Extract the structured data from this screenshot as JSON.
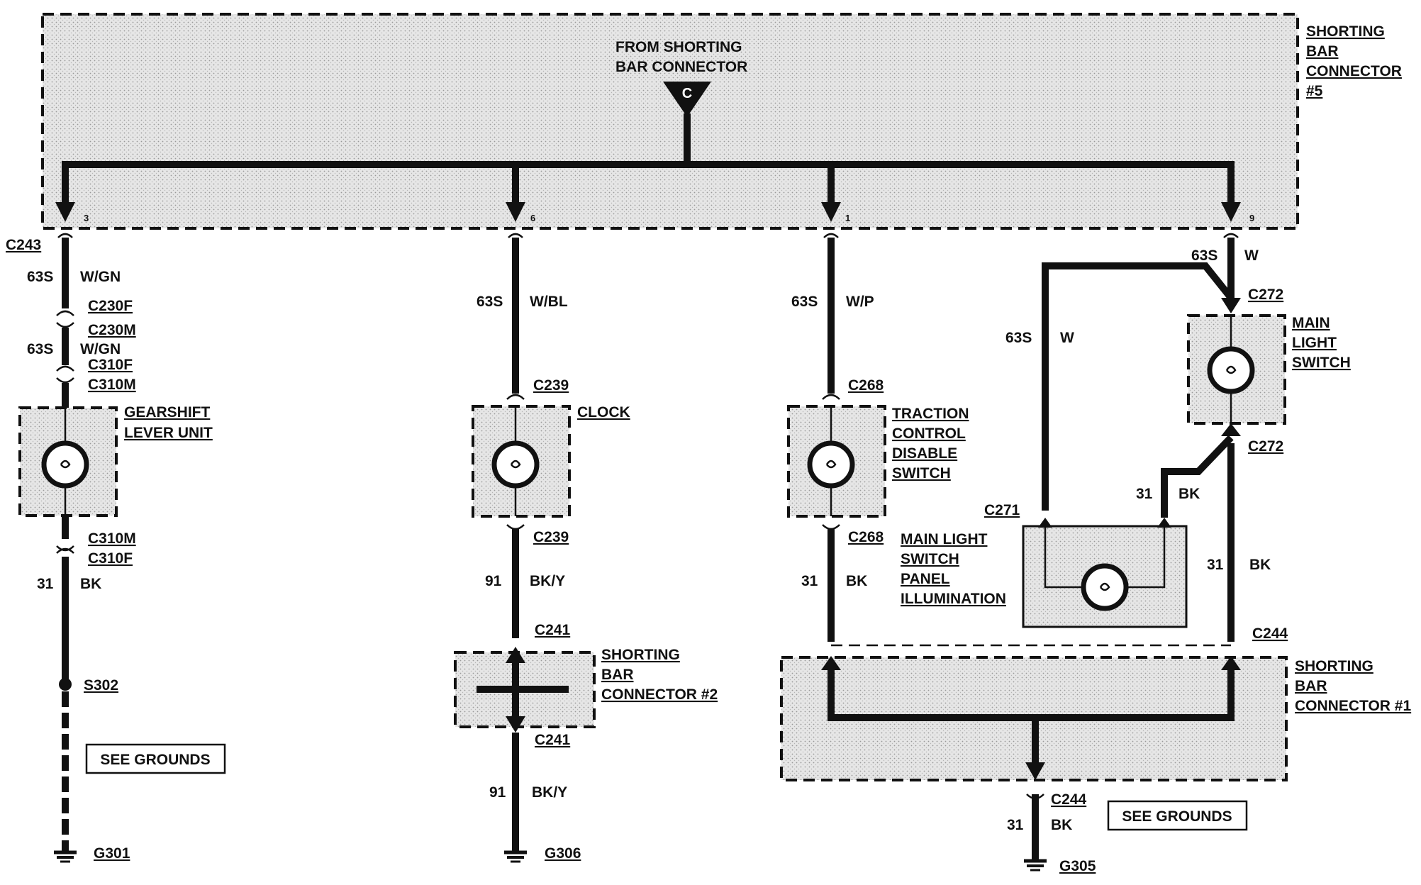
{
  "diagram": {
    "top_connector": {
      "label_line1": "FROM SHORTING",
      "label_line2": "BAR CONNECTOR",
      "connector_letter": "C",
      "name_line1": "SHORTING",
      "name_line2": "BAR",
      "name_line3": "CONNECTOR",
      "name_line4": "#5",
      "pins": [
        "3",
        "6",
        "1",
        "9"
      ]
    },
    "col1": {
      "connector_top": "C243",
      "w1_gauge": "63S",
      "w1_color": "W/GN",
      "c230f": "C230F",
      "c230m": "C230M",
      "w2_gauge": "63S",
      "w2_color": "W/GN",
      "c310f_top": "C310F",
      "c310m_top": "C310M",
      "component_line1": "GEARSHIFT",
      "component_line2": "LEVER UNIT",
      "c310m_bot": "C310M",
      "c310f_bot": "C310F",
      "w3_gauge": "31",
      "w3_color": "BK",
      "splice": "S302",
      "see_grounds": "SEE GROUNDS",
      "ground": "G301"
    },
    "col2": {
      "w1_gauge": "63S",
      "w1_color": "W/BL",
      "c239_top": "C239",
      "component": "CLOCK",
      "c239_bot": "C239",
      "w2_gauge": "91",
      "w2_color": "BK/Y",
      "c241_top": "C241",
      "shorting_line1": "SHORTING",
      "shorting_line2": "BAR",
      "shorting_line3": "CONNECTOR #2",
      "c241_bot": "C241",
      "w3_gauge": "91",
      "w3_color": "BK/Y",
      "ground": "G306"
    },
    "col3": {
      "w1_gauge": "63S",
      "w1_color": "W/P",
      "c268_top": "C268",
      "component_line1": "TRACTION",
      "component_line2": "CONTROL",
      "component_line3": "DISABLE",
      "component_line4": "SWITCH",
      "c268_bot": "C268",
      "w2_gauge": "31",
      "w2_color": "BK"
    },
    "col4": {
      "w_top_gauge": "63S",
      "w_top_color": "W",
      "c272_top": "C272",
      "switch_line1": "MAIN",
      "switch_line2": "LIGHT",
      "switch_line3": "SWITCH",
      "c272_bot": "C272",
      "w_left_gauge": "63S",
      "w_left_color": "W",
      "c271": "C271",
      "panel_line1": "MAIN LIGHT",
      "panel_line2": "SWITCH",
      "panel_line3": "PANEL",
      "panel_line4": "ILLUMINATION",
      "w_bk_gauge": "31",
      "w_bk_color": "BK",
      "w_right_gauge": "31",
      "w_right_color": "BK",
      "c244_top": "C244",
      "shorting_line1": "SHORTING",
      "shorting_line2": "BAR",
      "shorting_line3": "CONNECTOR #1",
      "c244_bot": "C244",
      "w_gnd_gauge": "31",
      "w_gnd_color": "BK",
      "see_grounds": "SEE GROUNDS",
      "ground": "G305"
    }
  }
}
